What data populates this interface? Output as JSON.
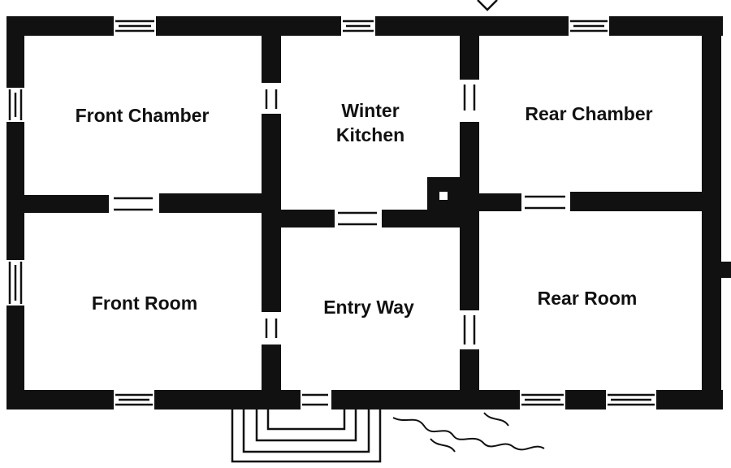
{
  "rooms": {
    "front_chamber": "Front Chamber",
    "winter_kitchen_line1": "Winter",
    "winter_kitchen_line2": "Kitchen",
    "rear_chamber": "Rear Chamber",
    "front_room": "Front Room",
    "entry_way": "Entry Way",
    "rear_room": "Rear Room"
  },
  "colors": {
    "wall": "#111111",
    "background": "#ffffff"
  }
}
